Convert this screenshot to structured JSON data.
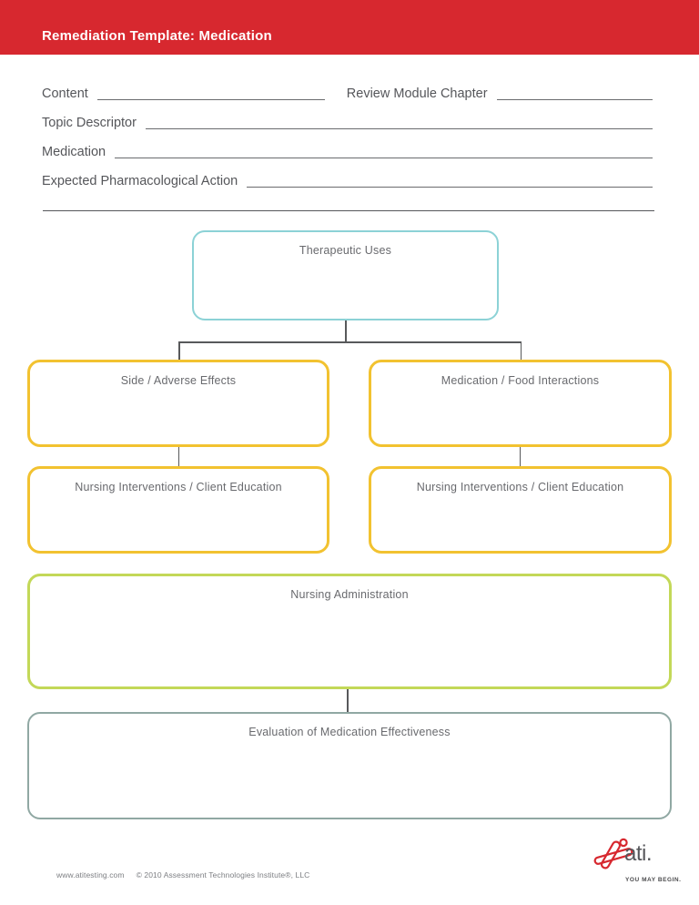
{
  "header": {
    "title": "Remediation Template: Medication"
  },
  "form": {
    "fields": [
      {
        "id": "content",
        "label": "Content",
        "value": ""
      },
      {
        "id": "review-module-chapter",
        "label": "Review Module Chapter",
        "value": ""
      },
      {
        "id": "topic-descriptor",
        "label": "Topic Descriptor",
        "value": ""
      },
      {
        "id": "medication",
        "label": "Medication",
        "value": ""
      },
      {
        "id": "expected-pharmacological-action",
        "label": "Expected Pharmacological Action",
        "value": ""
      }
    ]
  },
  "diagram": {
    "boxes": [
      {
        "id": "therapeutic-uses",
        "label": "Therapeutic Uses",
        "border_color": "#8CD2D6"
      },
      {
        "id": "side-adverse-effects",
        "label": "Side / Adverse Effects",
        "border_color": "#F2C230"
      },
      {
        "id": "medication-food-interactions",
        "label": "Medication / Food Interactions",
        "border_color": "#F2C230"
      },
      {
        "id": "nursing-interventions-left",
        "label": "Nursing Interventions / Client Education",
        "border_color": "#F2C230"
      },
      {
        "id": "nursing-interventions-right",
        "label": "Nursing Interventions / Client Education",
        "border_color": "#F2C230"
      },
      {
        "id": "nursing-administration",
        "label": "Nursing Administration",
        "border_color": "#C3D858"
      },
      {
        "id": "evaluation-medication-effectiveness",
        "label": "Evaluation of Medication Effectiveness",
        "border_color": "#90A8A3"
      }
    ]
  },
  "footer": {
    "website": "www.atitesting.com",
    "copyright": "© 2010 Assessment Technologies Institute®, LLC",
    "logo": {
      "text": "ati.",
      "tagline": "YOU MAY BEGIN."
    }
  },
  "colors": {
    "header_red": "#D7282F",
    "label_gray": "#55565A",
    "rule_gray": "#6A6B6E",
    "connector_gray": "#58595B",
    "teal_border": "#8CD2D6",
    "yellow_border": "#F2C230",
    "lime_border": "#C3D858",
    "sage_border": "#90A8A3",
    "footer_gray": "#7D7F83",
    "logo_red": "#D7282F"
  }
}
